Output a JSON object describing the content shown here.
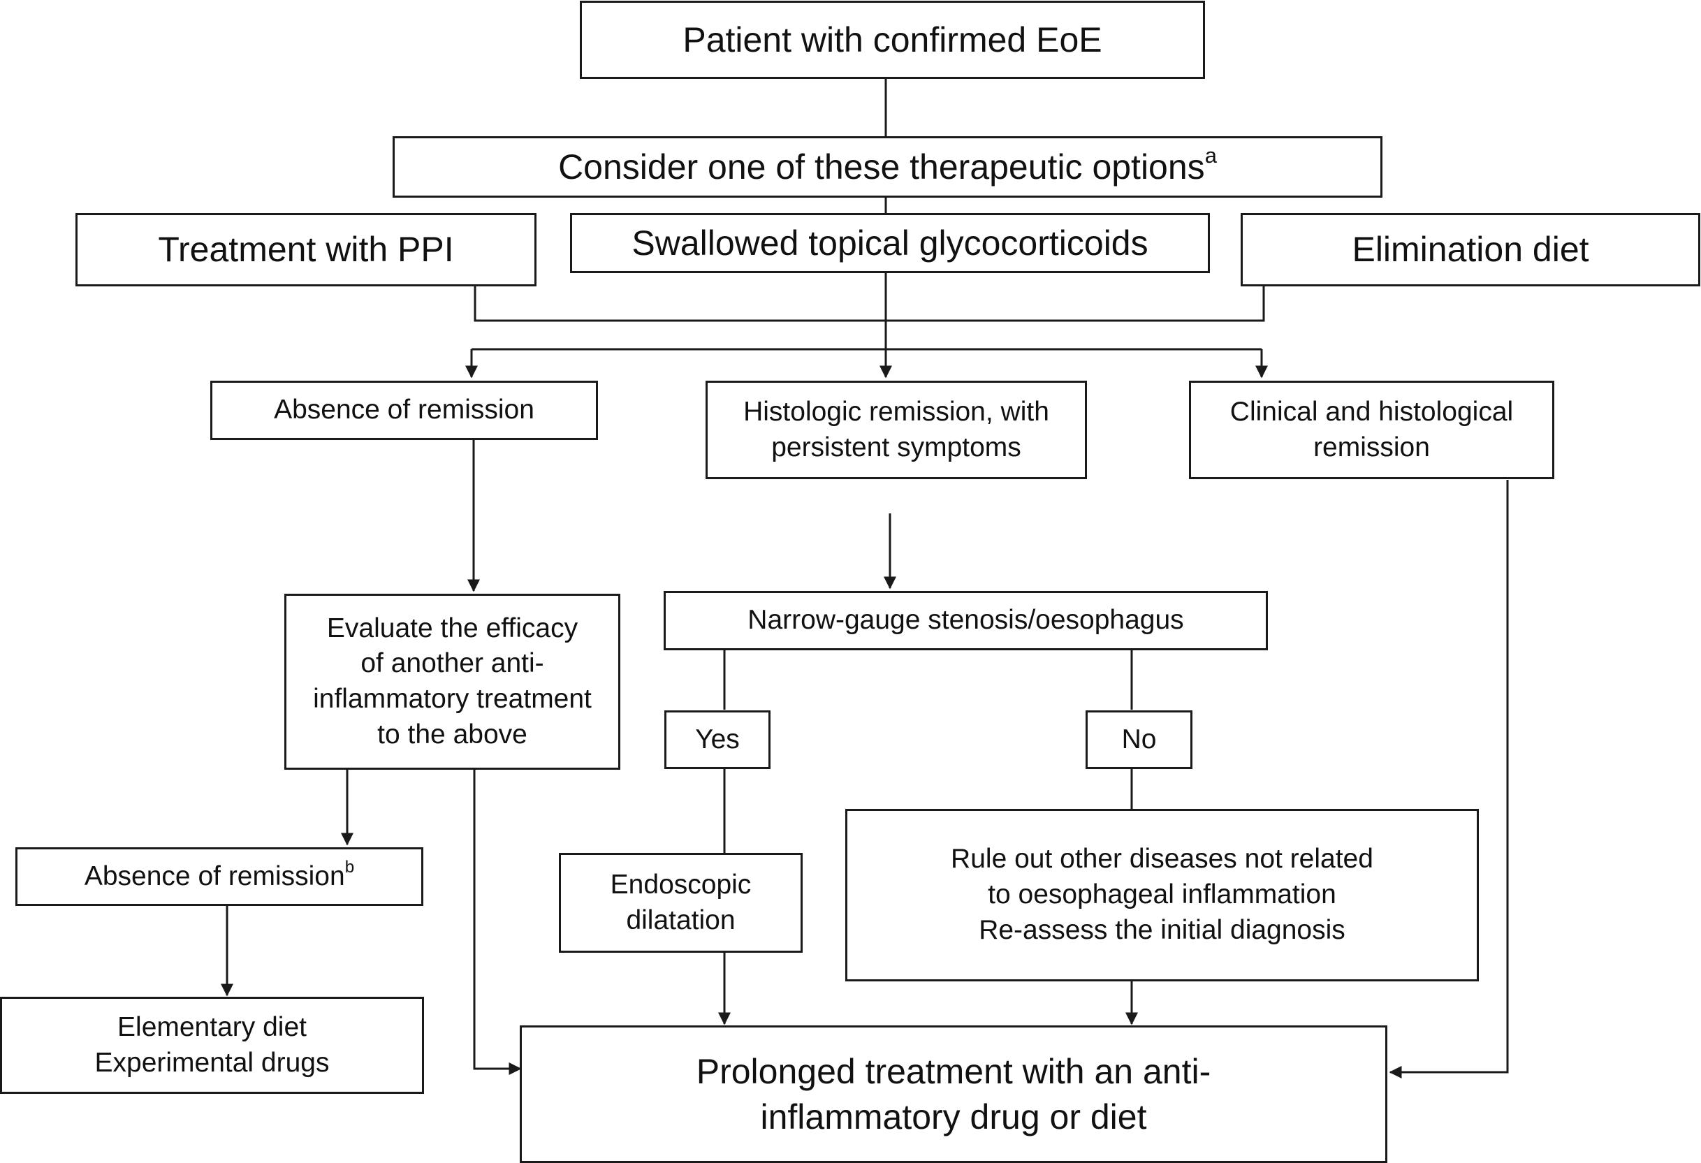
{
  "nodes": {
    "patient": "Patient with confirmed EoE",
    "consider": {
      "text": "Consider one of these therapeutic options",
      "sup": "a"
    },
    "ppi": "Treatment with PPI",
    "steroids": "Swallowed topical glycocorticoids",
    "elimination": "Elimination diet",
    "absence": "Absence of remission",
    "histologic": [
      "Histologic remission, with",
      "persistent symptoms"
    ],
    "clinical": [
      "Clinical and histological",
      "remission"
    ],
    "evaluate": [
      "Evaluate the efficacy",
      "of another anti-",
      "inflammatory treatment",
      "to the above"
    ],
    "narrow": "Narrow-gauge stenosis/oesophagus",
    "yes": "Yes",
    "no": "No",
    "absence2": {
      "text": "Absence of remission",
      "sup": "b"
    },
    "dilatation": [
      "Endoscopic",
      "dilatation"
    ],
    "ruleout": [
      "Rule out other diseases not related",
      "to oesophageal inflammation",
      "Re-assess the initial diagnosis"
    ],
    "elementary": [
      "Elementary diet",
      "Experimental drugs"
    ],
    "prolonged": [
      "Prolonged treatment with an anti-",
      "inflammatory drug or diet"
    ]
  }
}
